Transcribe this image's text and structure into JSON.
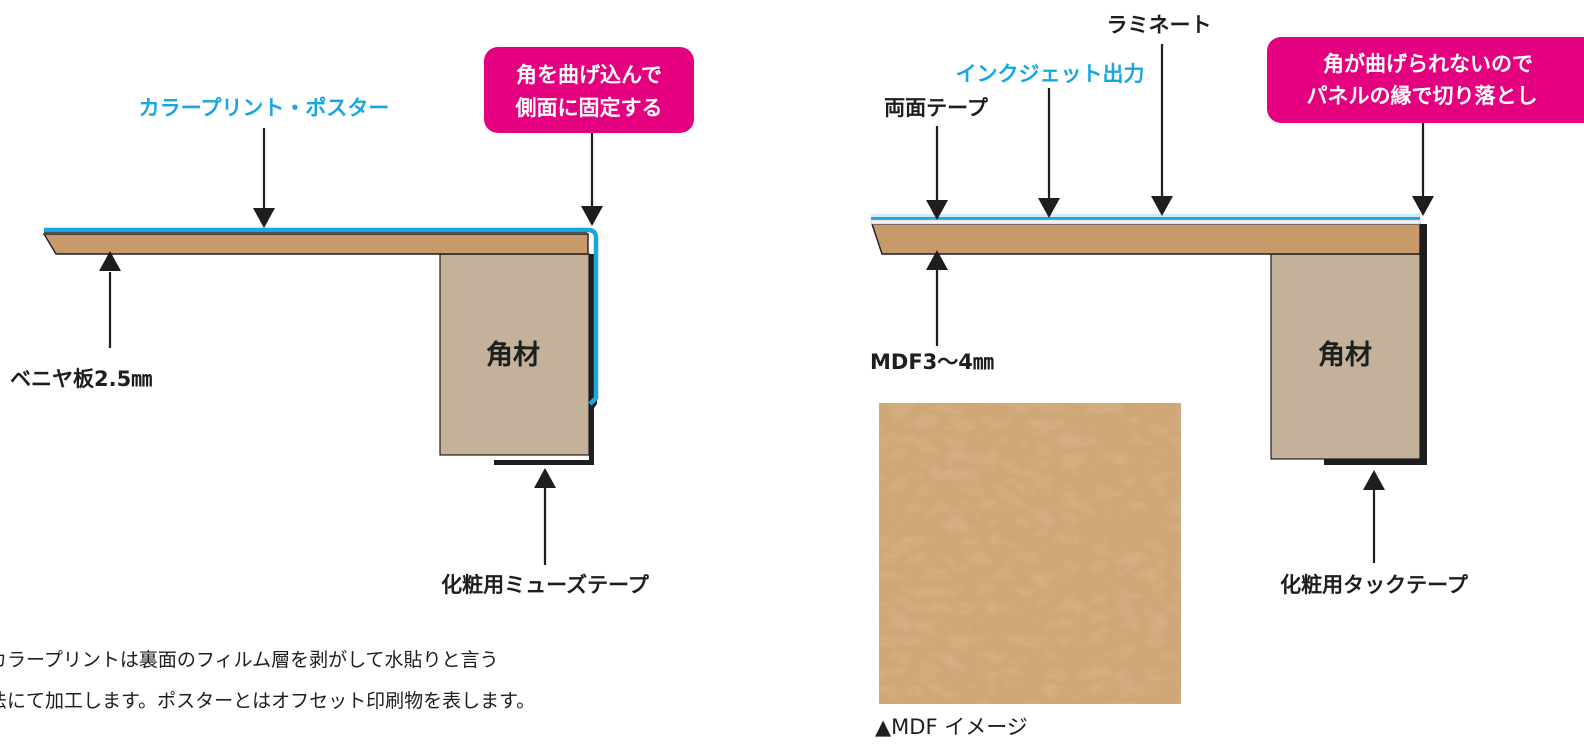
{
  "left_panel": {
    "poster_label": "カラープリント・ポスター",
    "badge_line1": "角を曲げ込んで",
    "badge_line2": "側面に固定する",
    "board_label": "ベニヤ板2.5㎜",
    "block_label": "角材",
    "tape_label": "化粧用ミューズテープ",
    "body_line1": "カラープリントは裏面のフィルム層を剥がして水貼りと言う",
    "body_line2": "法にて加工します。ポスターとはオフセット印刷物を表します。"
  },
  "right_panel": {
    "laminate_label": "ラミネート",
    "inkjet_label": "インクジェット出力",
    "tape_label": "両面テープ",
    "badge_line1": "角が曲げられないので",
    "badge_line2": "パネルの縁で切り落とし",
    "board_label": "MDF3〜4㎜",
    "block_label": "角材",
    "bottom_tape_label": "化粧用タックテープ",
    "mdf_caption": "▲MDF イメージ"
  },
  "colors": {
    "accent_blue": "#1aa7e0",
    "badge_magenta": "#e5007f",
    "board_brown": "#c8996b",
    "block_tan": "#c3b299",
    "mdf_texture": "#d3a877"
  }
}
